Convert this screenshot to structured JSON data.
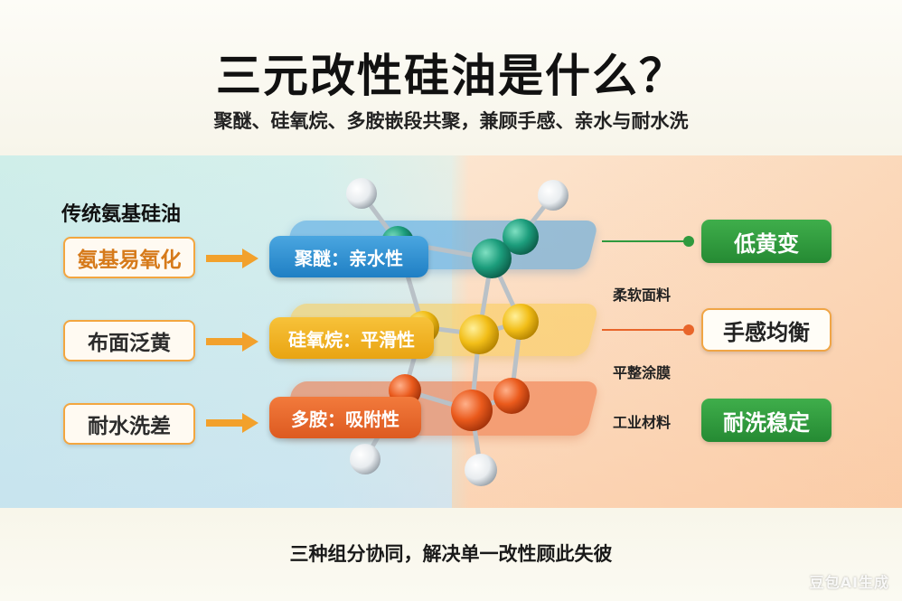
{
  "title": "三元改性硅油是什么？",
  "subtitle": "聚醚、硅氧烷、多胺嵌段共聚，兼顾手感、亲水与耐水洗",
  "left_heading": "传统氨基硅油",
  "problems": [
    "氨基易氧化",
    "布面泛黄",
    "耐水洗差"
  ],
  "segments": [
    "聚醚：亲水性",
    "硅氧烷：平滑性",
    "多胺：吸附性"
  ],
  "applications": [
    "柔软面料",
    "平整涂膜",
    "工业材料"
  ],
  "benefits": [
    "低黄变",
    "手感均衡",
    "耐洗稳定"
  ],
  "footer": "三种组分协同，解决单一改性顾此失彼",
  "watermark": "豆包AI生成",
  "colors": {
    "problem_border": "#f3a640",
    "arrow": "#f2a12c",
    "polyether": "#2a8fd4",
    "siloxane": "#f0b21f",
    "polyamine": "#e8652a",
    "benefit_green": "#2f9a3e",
    "connector_green": "#2f9a3e",
    "connector_orange": "#e8652a"
  }
}
